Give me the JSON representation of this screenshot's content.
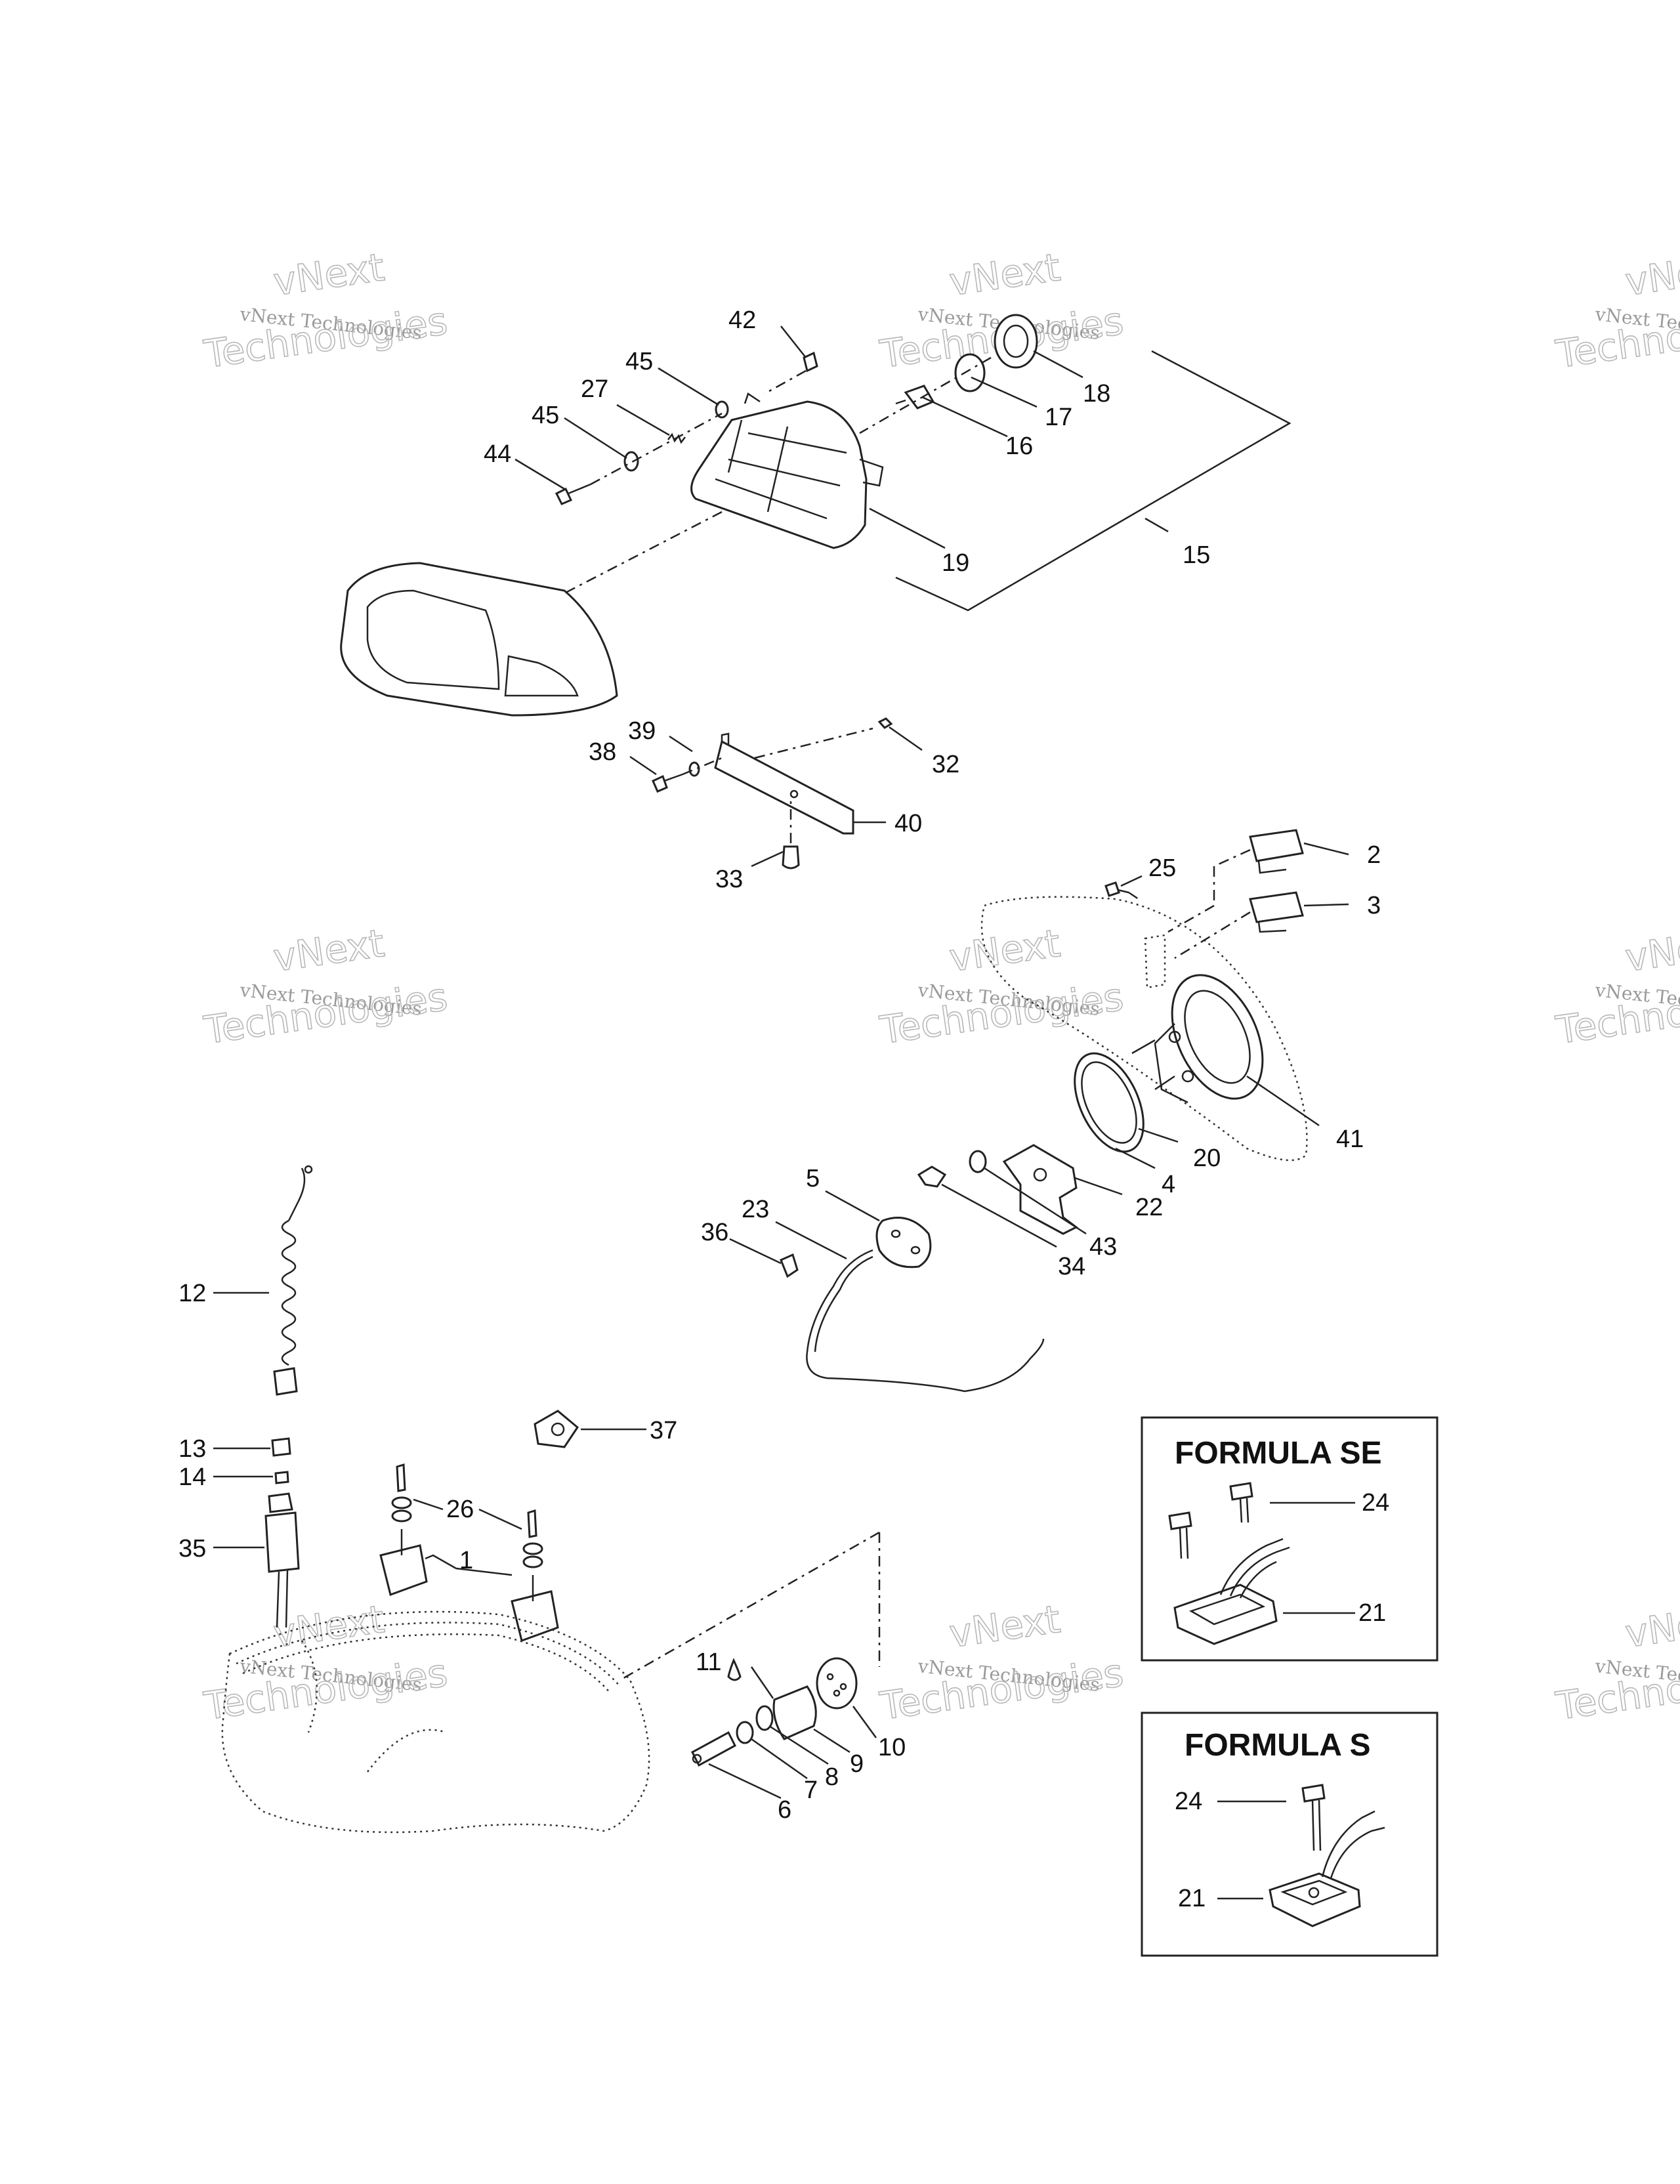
{
  "watermark": {
    "line1": "vNext",
    "line2": "vNext Technologies",
    "line3": "Technologies"
  },
  "callouts": {
    "n1": "1",
    "n2": "2",
    "n3": "3",
    "n4": "4",
    "n5": "5",
    "n6": "6",
    "n7": "7",
    "n8": "8",
    "n9": "9",
    "n10": "10",
    "n11": "11",
    "n12": "12",
    "n13": "13",
    "n14": "14",
    "n15": "15",
    "n16": "16",
    "n17": "17",
    "n18": "18",
    "n19": "19",
    "n20": "20",
    "n21": "21",
    "n22": "22",
    "n23": "23",
    "n24": "24",
    "n25": "25",
    "n26": "26",
    "n27": "27",
    "n32": "32",
    "n33": "33",
    "n34": "34",
    "n35": "35",
    "n36": "36",
    "n37": "37",
    "n38": "38",
    "n39": "39",
    "n40": "40",
    "n41": "41",
    "n42": "42",
    "n43": "43",
    "n44": "44",
    "n45": "45"
  },
  "variants": {
    "formula_se": {
      "title": "FORMULA SE",
      "screw": "24",
      "module": "21"
    },
    "formula_s": {
      "title": "FORMULA S",
      "screw": "24",
      "module": "21"
    }
  }
}
